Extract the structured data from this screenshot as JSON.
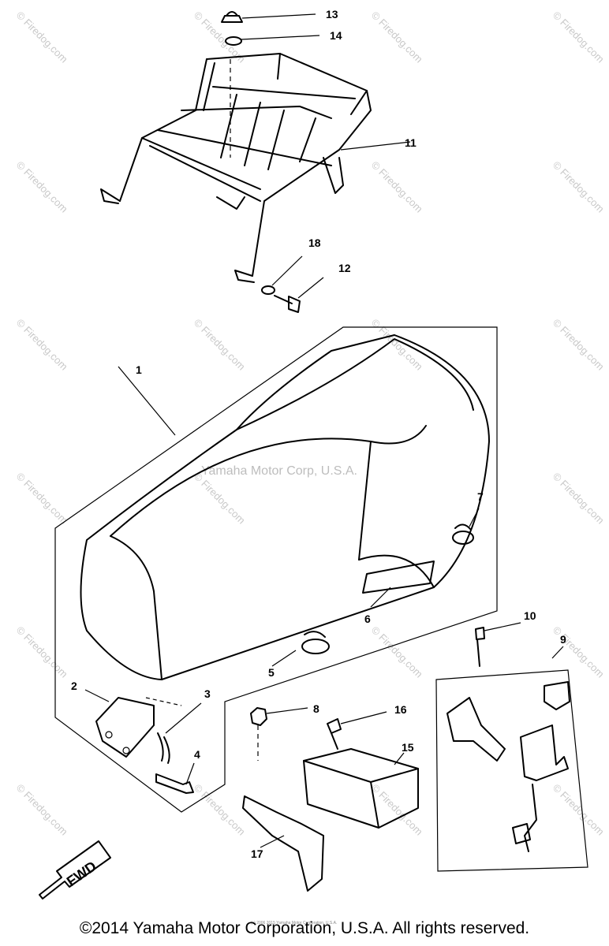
{
  "watermarks": {
    "firedog": "Firedog.com",
    "firedog_copy": "© Firedog.com",
    "yamaha": "Yamaha Motor Corp, U.S.A.",
    "tiny": "(c) 2006 2015 Yamaha Motor Corporation, U.S.A."
  },
  "callouts": [
    "1",
    "2",
    "3",
    "4",
    "5",
    "6",
    "7",
    "8",
    "9",
    "10",
    "11",
    "12",
    "13",
    "14",
    "15",
    "16",
    "17",
    "18"
  ],
  "fwd_label": "FWD",
  "copyright": "©2014 Yamaha Motor Corporation, U.S.A. All rights reserved."
}
